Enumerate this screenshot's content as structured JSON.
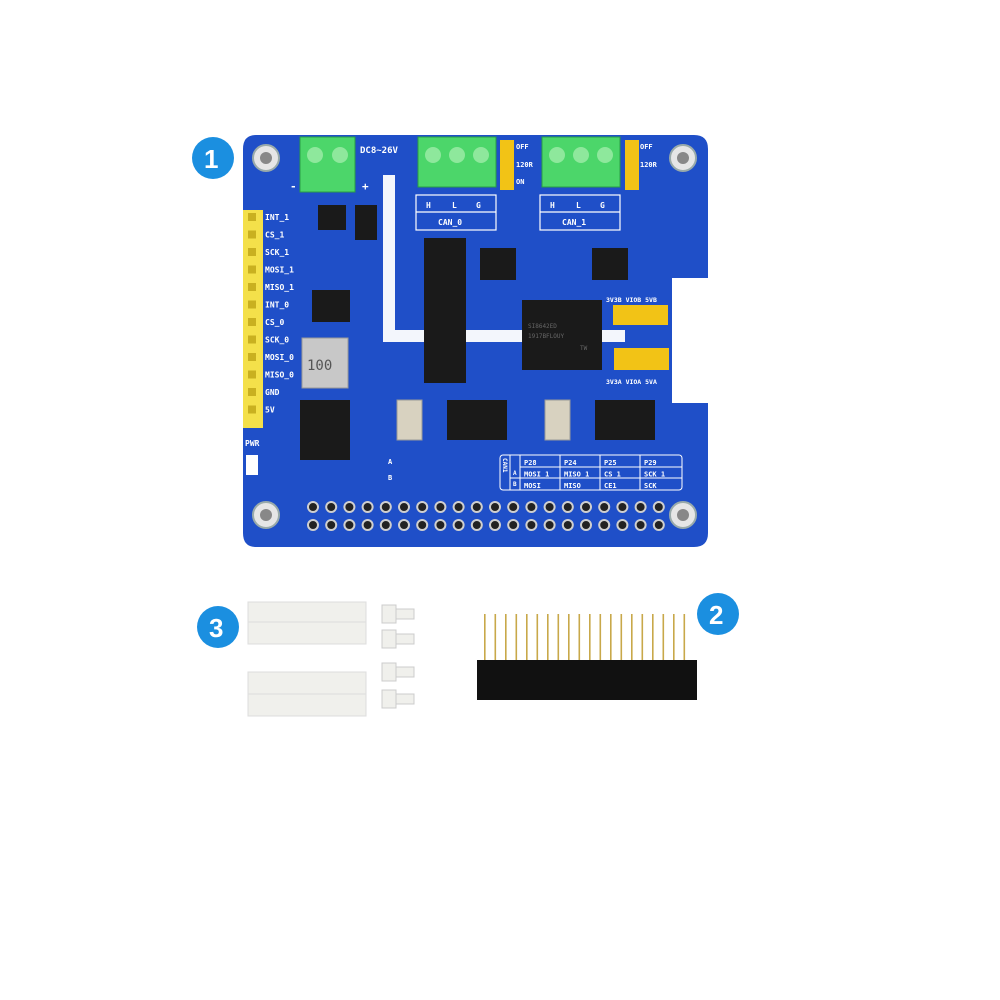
{
  "badges": [
    "1",
    "2",
    "3"
  ],
  "colors": {
    "board": "#1f4fc8",
    "badge": "#1b8fe0",
    "terminal": "#4cd66a",
    "jumper": "#f2c316",
    "header_pins": "#f4e04a"
  },
  "board": {
    "power_label": "DC8~26V",
    "minus": "-",
    "plus": "+",
    "can0": {
      "h": "H",
      "l": "L",
      "g": "G",
      "label": "CAN_0"
    },
    "can1": {
      "h": "H",
      "l": "L",
      "g": "G",
      "label": "CAN_1"
    },
    "jumper_off": "OFF",
    "jumper_120r": "120R",
    "jumper_on": "ON",
    "pins": [
      "INT_1",
      "CS_1",
      "SCK_1",
      "MOSI_1",
      "MISO_1",
      "INT_0",
      "CS_0",
      "SCK_0",
      "MOSI_0",
      "MISO_0",
      "GND",
      "5V"
    ],
    "pwr": "PWR",
    "inductor": "100",
    "chip_main": [
      "SI8642ED",
      "1917BFLOUY",
      "TW"
    ],
    "vio_b": "3V3B VIOB 5VB",
    "vio_a": "3V3A VIOA 5VA",
    "ab": [
      "A",
      "B"
    ],
    "table": {
      "side": "CAN1",
      "rows": [
        "A",
        "B"
      ],
      "headers": [
        "P28",
        "P24",
        "P25",
        "P29"
      ],
      "row_a": [
        "MOSI_1",
        "MISO_1",
        "CS_1",
        "SCK_1"
      ],
      "row_b": [
        "MOSI",
        "MISO",
        "CE1",
        "SCK"
      ]
    }
  }
}
